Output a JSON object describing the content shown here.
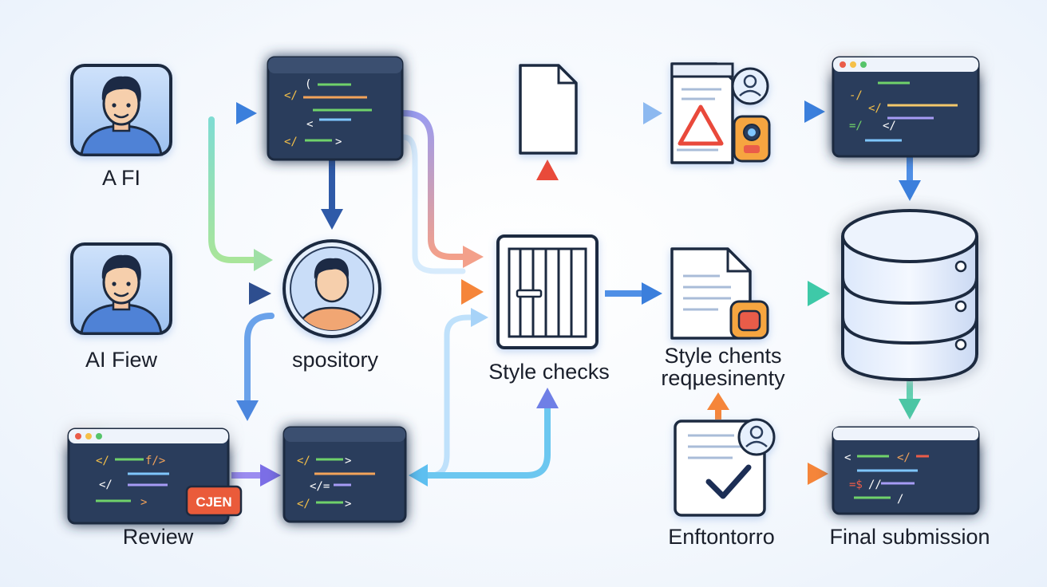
{
  "labels": {
    "person_top": "A FI",
    "person_mid": "AI Fiew",
    "repository": "spository",
    "style_checks": "Style checks",
    "style_chents_line1": "Style chents",
    "style_chents_line2": "reqµesinenty",
    "review": "Review",
    "enftontorro": "Enftontorro",
    "final_submission": "Final submission"
  },
  "badges": {
    "review_badge": "CJEN"
  },
  "colors": {
    "node_dark": "#2c3e5b",
    "node_border": "#1e2a3f",
    "blue": "#3d82dc",
    "navy": "#2f4f8f",
    "orange": "#f59a3b",
    "red": "#ea5b4a",
    "green": "#56c9a5",
    "purple": "#8b78e6"
  },
  "icons": [
    "person-avatar-icon",
    "code-window-icon",
    "document-icon",
    "warning-triangle-icon",
    "reviewer-badge-icon",
    "gate-icon",
    "database-icon",
    "checkmark-document-icon"
  ]
}
